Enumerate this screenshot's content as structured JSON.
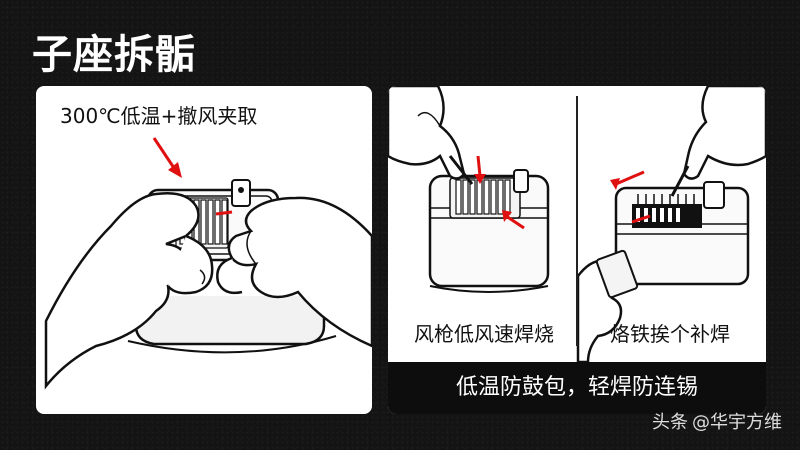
{
  "title": "子座拆骺",
  "left_panel": {
    "caption": "300℃低温+撤风夹取"
  },
  "right_panel": {
    "caption_left": "风枪低风速焊烧",
    "caption_right": "烙铁挨个补焊",
    "bottom_bar": "低温防鼓包，轻焊防连锡"
  },
  "watermark": {
    "brand": "头条",
    "author": "@华宇方维"
  },
  "colors": {
    "background": "#141414",
    "panel": "#ffffff",
    "arrow": "#e01010",
    "bar": "#0d0d0d"
  }
}
